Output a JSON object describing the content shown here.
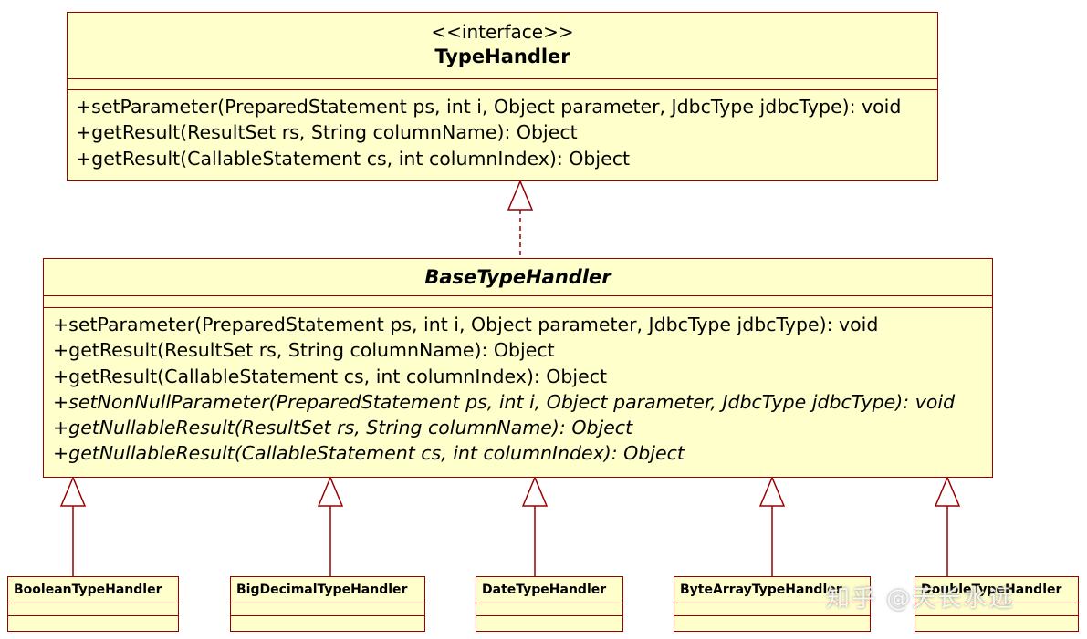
{
  "interface": {
    "stereotype": "<<interface>>",
    "name": "TypeHandler",
    "operations": [
      "+setParameter(PreparedStatement ps, int i, Object parameter, JdbcType jdbcType): void",
      "+getResult(ResultSet rs, String columnName): Object",
      "+getResult(CallableStatement cs, int columnIndex): Object"
    ]
  },
  "base": {
    "name": "BaseTypeHandler",
    "operations": [
      "+setParameter(PreparedStatement ps, int i, Object parameter, JdbcType jdbcType): void",
      "+getResult(ResultSet rs, String columnName): Object",
      "+getResult(CallableStatement cs, int columnIndex): Object"
    ],
    "abstract_operations": [
      "+setNonNullParameter(PreparedStatement ps, int i, Object parameter, JdbcType jdbcType): void",
      "+getNullableResult(ResultSet rs, String columnName): Object",
      "+getNullableResult(CallableStatement cs, int columnIndex): Object"
    ]
  },
  "subclasses": [
    "BooleanTypeHandler",
    "BigDecimalTypeHandler",
    "DateTypeHandler",
    "ByteArrayTypeHandler",
    "DoubleTypeHandler"
  ],
  "watermark": "知乎 @天长水远",
  "colors": {
    "fill": "#ffffcc",
    "border": "#990000"
  }
}
